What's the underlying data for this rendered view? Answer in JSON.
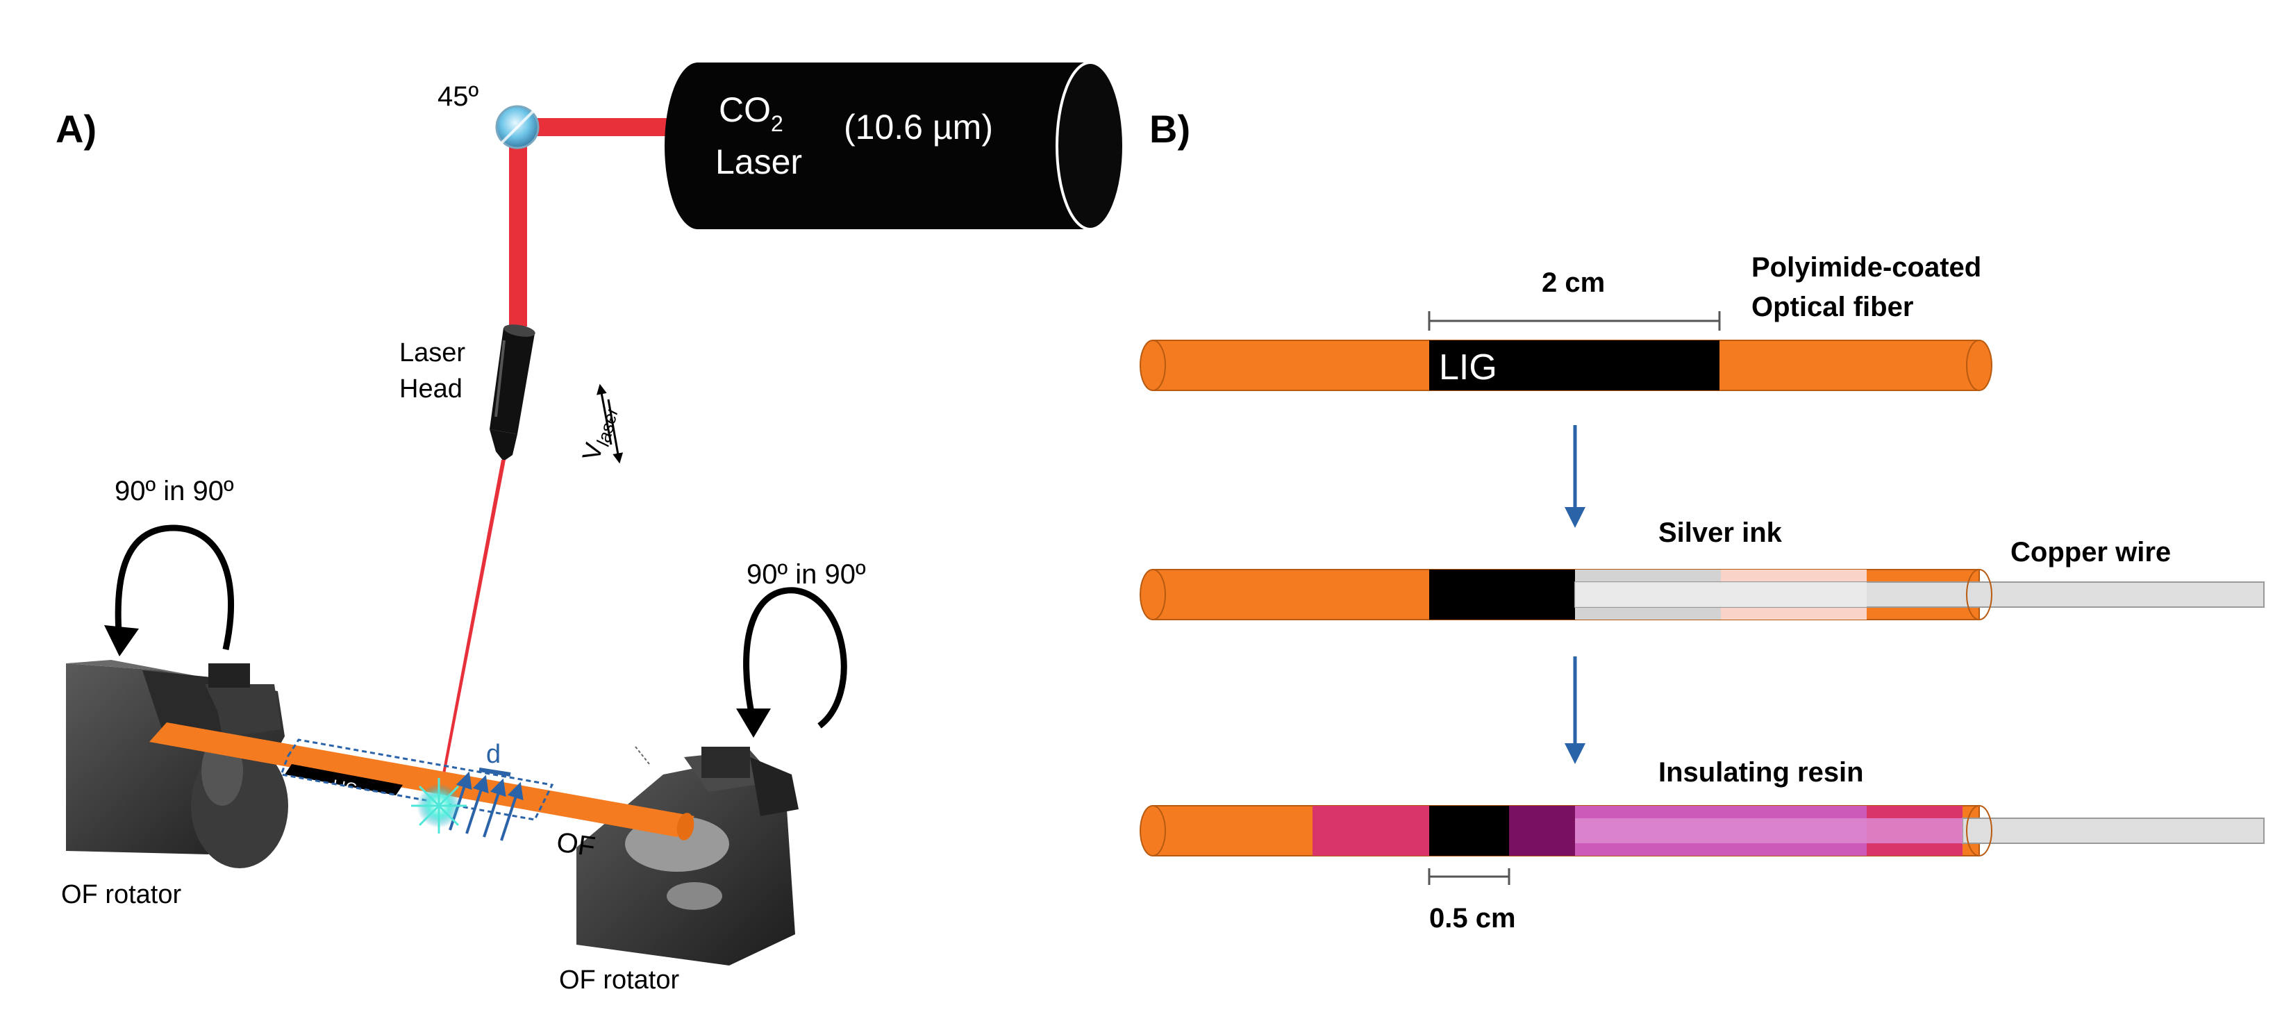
{
  "panel_a": {
    "panel_label": "A)",
    "mirror_angle": "45º",
    "laser": {
      "line1_main": "CO",
      "line1_sub": "2",
      "line2": "Laser",
      "wavelength": "(10.6 µm)"
    },
    "laser_head": {
      "line1": "Laser",
      "line2": "Head"
    },
    "velocity": {
      "symbol": "V",
      "subscript": "laser"
    },
    "rotation_left": "90º in 90º",
    "rotation_right": "90º in 90º",
    "lig_label": "LIG",
    "spacing_label": "d",
    "fiber_label": "OF",
    "rotator_left": "OF rotator",
    "rotator_right": "OF rotator"
  },
  "panel_b": {
    "panel_label": "B)",
    "dimension_top": "2 cm",
    "fiber_title_line1": "Polyimide-coated",
    "fiber_title_line2": "Optical fiber",
    "lig_label": "LIG",
    "silver_label": "Silver ink",
    "copper_label": "Copper wire",
    "resin_label": "Insulating resin",
    "dimension_bottom": "0.5 cm"
  },
  "colors": {
    "laser_beam": "#e8303a",
    "fiber_orange": "#f47b20",
    "lig_black": "#000000",
    "silver": "#d6d6d6",
    "resin_pink": "#cc5ab8",
    "resin_dark": "#7a1060",
    "resin_red": "#d8356a",
    "arrow_blue": "#2b63a8"
  }
}
